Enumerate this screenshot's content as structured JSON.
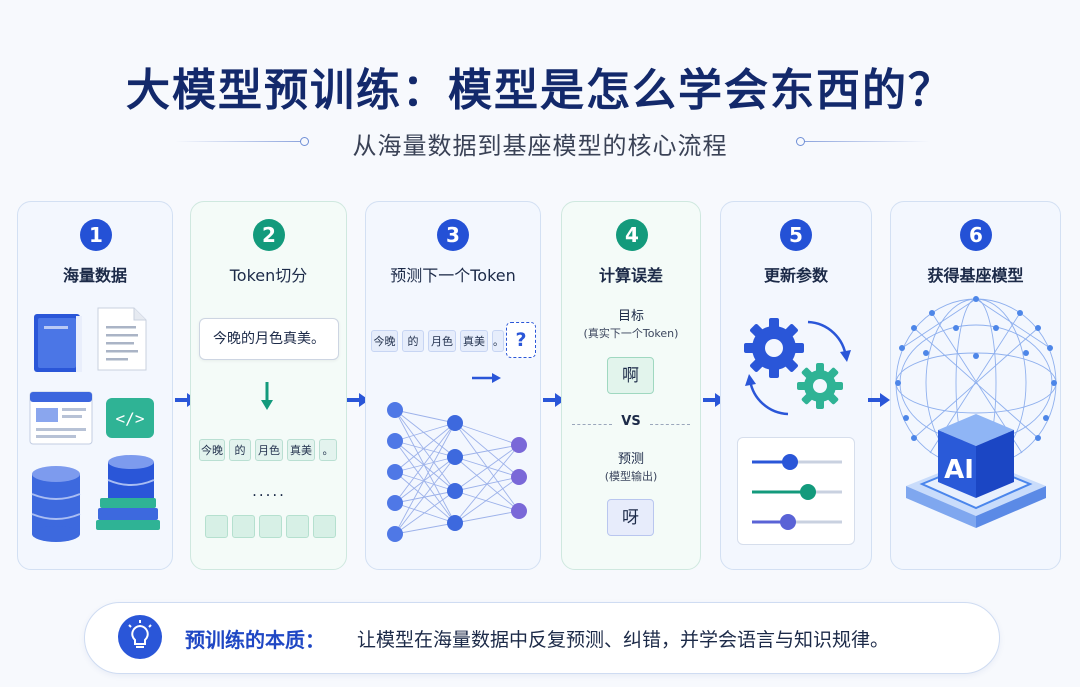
{
  "title": "大模型预训练：模型是怎么学会东西的？",
  "subtitle": "从海量数据到基座模型的核心流程",
  "steps": [
    {
      "num": "1",
      "title": "海量数据"
    },
    {
      "num": "2",
      "title": "Token切分"
    },
    {
      "num": "3",
      "title": "预测下一个Token"
    },
    {
      "num": "4",
      "title": "计算误差"
    },
    {
      "num": "5",
      "title": "更新参数"
    },
    {
      "num": "6",
      "title": "获得基座模型"
    }
  ],
  "step2": {
    "sentence": "今晚的月色真美。",
    "tokens": [
      "今晚",
      "的",
      "月色",
      "真美",
      "。"
    ],
    "ellipsis": "....."
  },
  "step3": {
    "tokens": [
      "今晚",
      "的",
      "月色",
      "真美",
      "。"
    ],
    "question": "?"
  },
  "step4": {
    "target_label": "目标",
    "target_sub": "(真实下一个Token)",
    "target_char": "啊",
    "vs": "VS",
    "pred_label": "预测",
    "pred_sub": "(模型输出)",
    "pred_char": "呀"
  },
  "step6": {
    "badge": "AI"
  },
  "icons": {
    "code": "</>",
    "step1": [
      "book-icon",
      "document-icon",
      "webpage-icon",
      "code-icon",
      "database-icon",
      "database-books-icon"
    ],
    "step5": [
      "gears-icon",
      "sliders-icon"
    ],
    "step6": [
      "ai-chip-icon",
      "globe-network-icon"
    ],
    "bottom": "lightbulb-icon"
  },
  "colors": {
    "blue": "#2451d6",
    "green": "#139a7c",
    "title": "#13296b"
  },
  "bottom": {
    "label": "预训练的本质：",
    "text": "让模型在海量数据中反复预测、纠错，并学会语言与知识规律。"
  }
}
